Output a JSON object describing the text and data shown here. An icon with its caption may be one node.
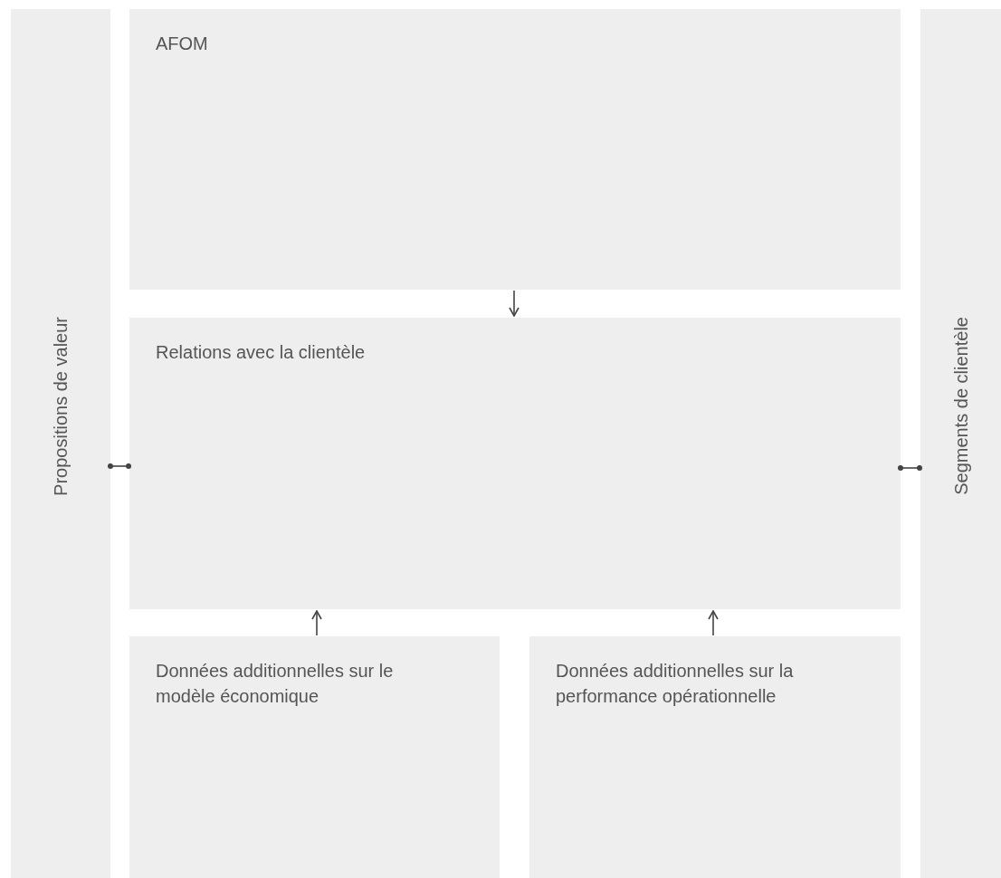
{
  "diagram": {
    "nodes": [
      {
        "text": [
          "Propositions de valeur"
        ]
      },
      {
        "text": [
          "AFOM"
        ]
      },
      {
        "text": [
          "Relations avec la clientèle"
        ]
      },
      {
        "text": [
          "Données additionnelles sur le modèle économique"
        ]
      },
      {
        "text": [
          "Données additionnelles sur la performance opérationnelle"
        ]
      },
      {
        "text": [
          "Segments de clientèle"
        ]
      }
    ],
    "edges": [
      {
        "from": 1,
        "to": 2,
        "arrow": "to"
      },
      {
        "from": 3,
        "to": 2,
        "arrow": "to"
      },
      {
        "from": 4,
        "to": 2,
        "arrow": "to"
      },
      {
        "from": 0,
        "to": 2,
        "arrow": "other"
      },
      {
        "from": 2,
        "to": 5,
        "arrow": "other"
      }
    ]
  }
}
